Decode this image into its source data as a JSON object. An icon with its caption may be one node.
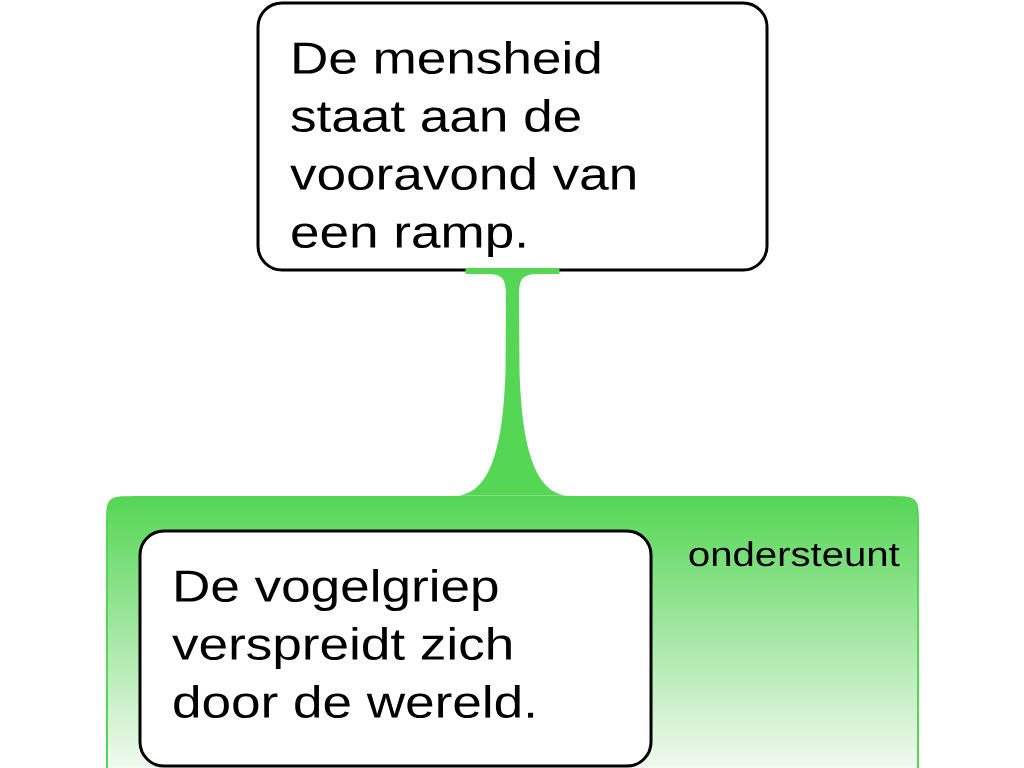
{
  "diagram": {
    "nodes": [
      {
        "text": [
          "De mensheid staat aan de vooravond van een ramp."
        ]
      },
      {
        "text": [
          "ondersteunt"
        ]
      },
      {
        "text": [
          "De vogelgriep verspreidt zich door de wereld."
        ],
        "in": 1
      }
    ],
    "edges": [
      {
        "from": 1,
        "to": 0,
        "arrow": "none",
        "color": "#55d655"
      }
    ]
  }
}
